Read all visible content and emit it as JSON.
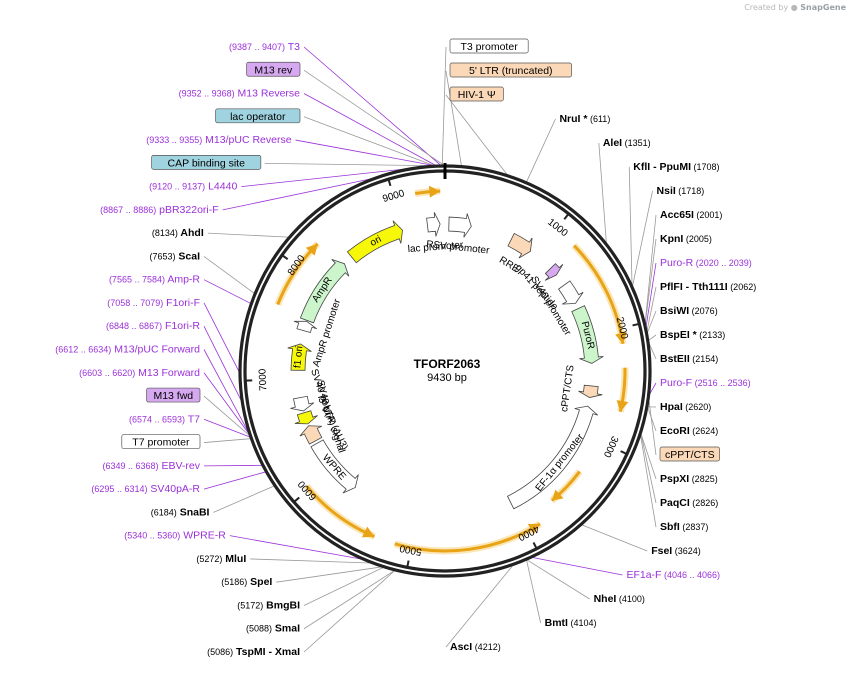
{
  "header": {
    "credit_prefix": "Created by",
    "brand": "SnapGene"
  },
  "plasmid": {
    "name": "TFORF2063",
    "length_label": "9430 bp",
    "length": 9430
  },
  "colors": {
    "backbone": "#222222",
    "primer": "#9b30d9",
    "site": "#000000",
    "orf": "#e8a317",
    "orf_glow": "#fbe6b5",
    "promoter_fill": "#ffffff",
    "ltr_fill": "#fbd9b8",
    "ori_fill": "#f7f709",
    "amp_fill": "#ccf5cc",
    "puro_fill": "#ccf5cc",
    "lac_fill": "#9fd3df",
    "cap_fill": "#9fd3df",
    "m13_fill": "#d6a8f0"
  },
  "ticks": [
    {
      "bp": 1000,
      "label": "1000"
    },
    {
      "bp": 2000,
      "label": "2000"
    },
    {
      "bp": 3000,
      "label": "3000"
    },
    {
      "bp": 4000,
      "label": "4000"
    },
    {
      "bp": 5000,
      "label": "5000"
    },
    {
      "bp": 6000,
      "label": "6000"
    },
    {
      "bp": 7000,
      "label": "7000"
    },
    {
      "bp": 8000,
      "label": "8000"
    },
    {
      "bp": 9000,
      "label": "9000"
    }
  ],
  "features": [
    {
      "name": "ori",
      "kind": "ori",
      "start": 8400,
      "end": 8990,
      "dir": 1,
      "label_inside": true
    },
    {
      "name": "lac promoter",
      "kind": "promoter",
      "start": 9250,
      "end": 9380,
      "dir": 1
    },
    {
      "name": "RSV promoter",
      "kind": "promoter",
      "start": 40,
      "end": 270,
      "dir": 1
    },
    {
      "name": "AmpR",
      "kind": "amp",
      "start": 7600,
      "end": 8300,
      "dir": 1,
      "label_inside": true
    },
    {
      "name": "AmpR promoter",
      "kind": "promoter",
      "start": 7490,
      "end": 7590,
      "dir": 1
    },
    {
      "name": "f1 ori",
      "kind": "ori",
      "start": 7080,
      "end": 7350,
      "dir": 1,
      "label_inside": true
    },
    {
      "name": "SV40 ori",
      "kind": "promoter",
      "start": 6660,
      "end": 6800,
      "dir": -1
    },
    {
      "name": "SV40 poly(A) signal",
      "kind": "ori",
      "start": 6520,
      "end": 6640,
      "dir": -1
    },
    {
      "name": "3' LTR (ΔU3)",
      "kind": "ltr",
      "start": 6330,
      "end": 6500,
      "dir": 1
    },
    {
      "name": "WPRE",
      "kind": "promoter",
      "start": 5700,
      "end": 6300,
      "dir": -1,
      "label_inside": true
    },
    {
      "name": "RRE",
      "kind": "ltr",
      "start": 700,
      "end": 930,
      "dir": 1
    },
    {
      "name": "gp41 peptide",
      "kind": "m13",
      "start": 1200,
      "end": 1290,
      "dir": 1
    },
    {
      "name": "SV40 promoter",
      "kind": "promoter",
      "start": 1420,
      "end": 1640,
      "dir": 1
    },
    {
      "name": "PuroR",
      "kind": "puro",
      "start": 1700,
      "end": 2280,
      "dir": 1,
      "label_inside": true
    },
    {
      "name": "EF-1α promoter",
      "kind": "promoter",
      "start": 2720,
      "end": 4020,
      "dir": -1,
      "label_inside": true
    },
    {
      "name": "cPPT/CTS",
      "kind": "ltr",
      "start": 2510,
      "end": 2630,
      "dir": 1
    }
  ],
  "orfs": [
    {
      "start": 9180,
      "end": 9390,
      "dir": 1,
      "ring": 1
    },
    {
      "start": 1200,
      "end": 2130,
      "dir": 1,
      "ring": 1
    },
    {
      "start": 2330,
      "end": 2700,
      "dir": 1,
      "ring": 1
    },
    {
      "start": 3880,
      "end": 5140,
      "dir": -1,
      "ring": 1
    },
    {
      "start": 5320,
      "end": 6030,
      "dir": -1,
      "ring": 1
    },
    {
      "start": 7640,
      "end": 8250,
      "dir": 1,
      "ring": 1
    },
    {
      "start": 3320,
      "end": 3680,
      "dir": 1,
      "ring": 2
    }
  ],
  "label_lines": {
    "top": [
      {
        "text": "T3",
        "range": "(9387 .. 9407)",
        "kind": "primer",
        "bp": 9397
      },
      {
        "text": "M13 rev",
        "kind": "m13box",
        "bp": 9420
      },
      {
        "text": "M13 Reverse",
        "range": "(9352 .. 9368)",
        "kind": "primer",
        "bp": 9360
      },
      {
        "text": "lac operator",
        "kind": "lacbox",
        "bp": 9345
      },
      {
        "text": "M13/pUC Reverse",
        "range": "(9333 .. 9355)",
        "kind": "primer",
        "bp": 9344
      },
      {
        "text": "CAP binding site",
        "kind": "capbox",
        "bp": 9310
      },
      {
        "text": "L4440",
        "range": "(9120 .. 9137)",
        "kind": "primer",
        "bp": 9128
      },
      {
        "text": "pBR322ori-F",
        "range": "(8867 .. 8886)",
        "kind": "primer",
        "bp": 8876
      },
      {
        "text": "AhdI",
        "range": "(8134)",
        "kind": "site",
        "bp": 8134
      },
      {
        "text": "ScaI",
        "range": "(7653)",
        "kind": "site",
        "bp": 7653
      },
      {
        "text": "Amp-R",
        "range": "(7565 .. 7584)",
        "kind": "primer",
        "bp": 7575
      },
      {
        "text": "F1ori-F",
        "range": "(7058 .. 7079)",
        "kind": "primer",
        "bp": 7068
      },
      {
        "text": "F1ori-R",
        "range": "(6848 .. 6867)",
        "kind": "primer",
        "bp": 6858
      },
      {
        "text": "M13/pUC Forward",
        "range": "(6612 .. 6634)",
        "kind": "primer",
        "bp": 6623
      },
      {
        "text": "M13 Forward",
        "range": "(6603 .. 6620)",
        "kind": "primer",
        "bp": 6611
      },
      {
        "text": "M13 fwd",
        "kind": "m13box",
        "bp": 6595
      },
      {
        "text": "T7",
        "range": "(6574 .. 6593)",
        "kind": "primer",
        "bp": 6583
      },
      {
        "text": "T7 promoter",
        "kind": "promobox",
        "bp": 6570
      },
      {
        "text": "EBV-rev",
        "range": "(6349 .. 6368)",
        "kind": "primer",
        "bp": 6358
      },
      {
        "text": "SV40pA-R",
        "range": "(6295 .. 6314)",
        "kind": "primer",
        "bp": 6304
      },
      {
        "text": "SnaBI",
        "range": "(6184)",
        "kind": "site",
        "bp": 6184
      },
      {
        "text": "WPRE-R",
        "range": "(5340 .. 5360)",
        "kind": "primer",
        "bp": 5350
      },
      {
        "text": "MluI",
        "range": "(5272)",
        "kind": "site",
        "bp": 5272
      },
      {
        "text": "SpeI",
        "range": "(5186)",
        "kind": "site",
        "bp": 5186
      },
      {
        "text": "BmgBI",
        "range": "(5172)",
        "kind": "site",
        "bp": 5172
      },
      {
        "text": "SmaI",
        "range": "(5088)",
        "kind": "site",
        "bp": 5088
      },
      {
        "text": "TspMI - XmaI",
        "range": "(5086)",
        "kind": "site",
        "bp": 5086
      }
    ],
    "right": [
      {
        "text": "T3 promoter",
        "kind": "promobox",
        "bp": 9410
      },
      {
        "text": "5' LTR (truncated)",
        "kind": "ltrbox",
        "bp": 120
      },
      {
        "text": "HIV-1 Ψ",
        "kind": "ltrbox",
        "bp": 460
      },
      {
        "text": "NruI *",
        "range": "(611)",
        "kind": "site",
        "bp": 611
      },
      {
        "text": "AleI",
        "range": "(1351)",
        "kind": "site",
        "bp": 1351
      },
      {
        "text": "KflI - PpuMI",
        "range": "(1708)",
        "kind": "site",
        "bp": 1708
      },
      {
        "text": "NsiI",
        "range": "(1718)",
        "kind": "site",
        "bp": 1718
      },
      {
        "text": "Acc65I",
        "range": "(2001)",
        "kind": "site",
        "bp": 2001
      },
      {
        "text": "KpnI",
        "range": "(2005)",
        "kind": "site",
        "bp": 2005
      },
      {
        "text": "Puro-R",
        "range": "(2020 .. 2039)",
        "kind": "primer",
        "bp": 2030
      },
      {
        "text": "PflFI - Tth111I",
        "range": "(2062)",
        "kind": "site",
        "bp": 2062
      },
      {
        "text": "BsiWI",
        "range": "(2076)",
        "kind": "site",
        "bp": 2076
      },
      {
        "text": "BspEI *",
        "range": "(2133)",
        "kind": "site",
        "bp": 2133
      },
      {
        "text": "BstEII",
        "range": "(2154)",
        "kind": "site",
        "bp": 2154
      },
      {
        "text": "Puro-F",
        "range": "(2516 .. 2536)",
        "kind": "primer",
        "bp": 2526
      },
      {
        "text": "HpaI",
        "range": "(2620)",
        "kind": "site",
        "bp": 2620
      },
      {
        "text": "EcoRI",
        "range": "(2624)",
        "kind": "site",
        "bp": 2624
      },
      {
        "text": "cPPT/CTS",
        "kind": "ltrbox",
        "bp": 2570
      },
      {
        "text": "PspXI",
        "range": "(2825)",
        "kind": "site",
        "bp": 2825
      },
      {
        "text": "PaqCI",
        "range": "(2826)",
        "kind": "site",
        "bp": 2826
      },
      {
        "text": "SbfI",
        "range": "(2837)",
        "kind": "site",
        "bp": 2837
      },
      {
        "text": "FseI",
        "range": "(3624)",
        "kind": "site",
        "bp": 3624
      },
      {
        "text": "EF1a-F",
        "range": "(4046 .. 4066)",
        "kind": "primer",
        "bp": 4056
      },
      {
        "text": "NheI",
        "range": "(4100)",
        "kind": "site",
        "bp": 4100
      },
      {
        "text": "BmtI",
        "range": "(4104)",
        "kind": "site",
        "bp": 4104
      },
      {
        "text": "AscI",
        "range": "(4212)",
        "kind": "site",
        "bp": 4212
      }
    ]
  }
}
